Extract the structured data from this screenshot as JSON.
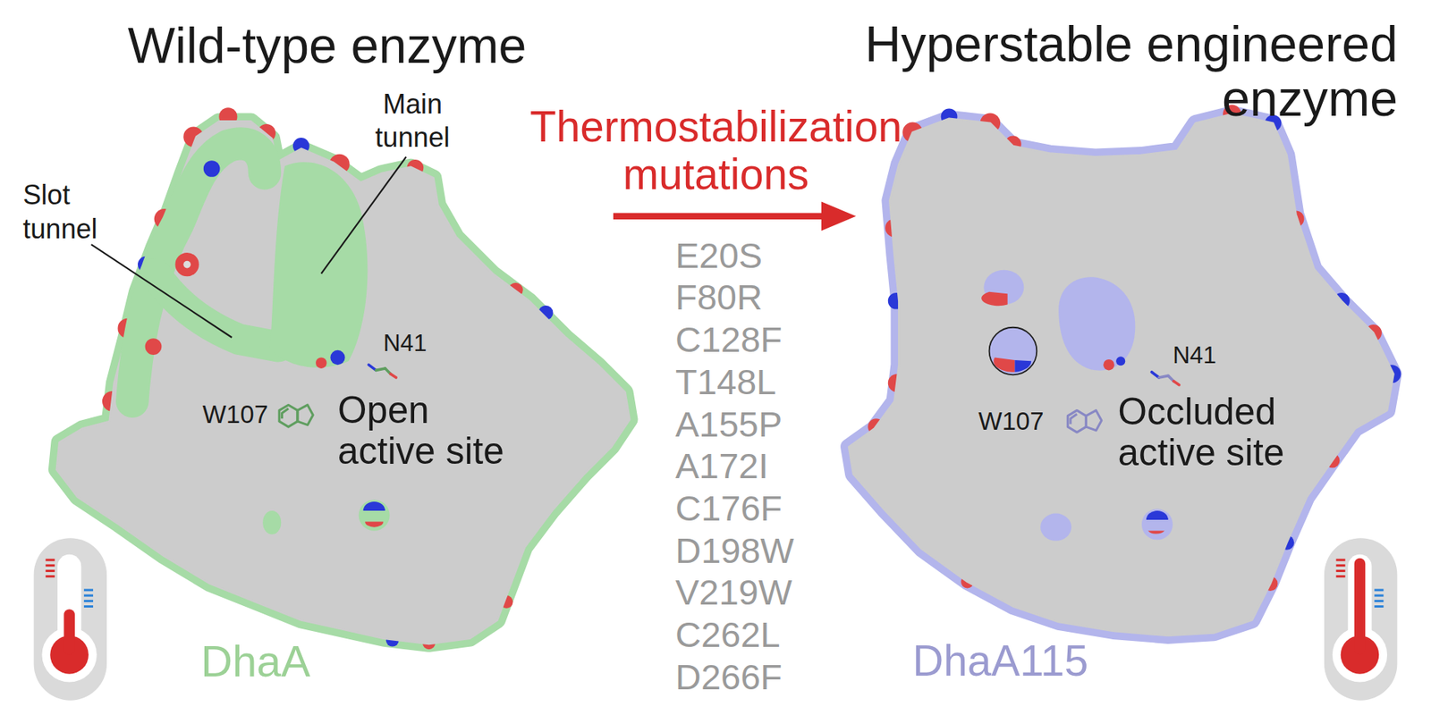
{
  "diagram": {
    "labels": [
      "Wild-type enzyme",
      "Hyperstable engineered enzyme",
      "Thermostabilization mutations",
      "Main tunnel",
      "Slot tunnel",
      "E20S",
      "F80R",
      "C128F",
      "T148L",
      "A155P",
      "A172I",
      "C176F",
      "D198W",
      "V219W",
      "C262L",
      "D266F",
      "N41",
      "W107",
      "Open active site",
      "DhaA",
      "N41",
      "W107",
      "Occluded active site",
      "DhaA115"
    ]
  }
}
